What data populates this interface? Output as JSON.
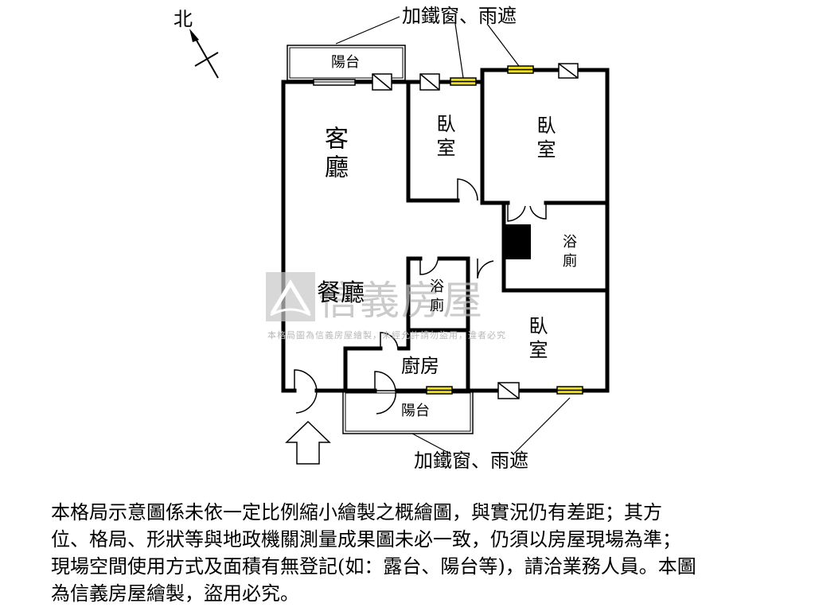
{
  "compass": {
    "label": "北",
    "icon": "north-arrow-icon"
  },
  "callouts": {
    "top": "加鐵窗、雨遮",
    "bottom": "加鐵窗、雨遮"
  },
  "rooms": {
    "balcony_top": "陽台",
    "living_room": "客廳",
    "bedroom_small": "臥室",
    "bedroom_master": "臥室",
    "bathroom_right": "浴廁",
    "dining_room": "餐廳",
    "bathroom_center": "浴廁",
    "bedroom_lower": "臥室",
    "kitchen": "廚房",
    "balcony_bottom": "陽台"
  },
  "entrance": {
    "icon": "entrance-arrow-icon"
  },
  "watermark": {
    "brand": "信義房屋",
    "note": "本格局圖為信義房屋繪製，未經允許請勿盜用，違者必究",
    "icon": "sinyi-logo-icon",
    "color": "#b9b9b9"
  },
  "disclaimer": {
    "lines": [
      "本格局示意圖係未依一定比例縮小繪製之概繪圖，與實況仍有差距；其方",
      "位、格局、形狀等與地政機關測量成果圖未必一致，仍須以房屋現場為準；",
      "現場空間使用方式及面積有無登記(如：露台、陽台等)，請洽業務人員。本圖",
      "為信義房屋繪製，盜用必究。"
    ]
  },
  "colors": {
    "wall": "#000000",
    "window_yellow": "#f0e020"
  }
}
